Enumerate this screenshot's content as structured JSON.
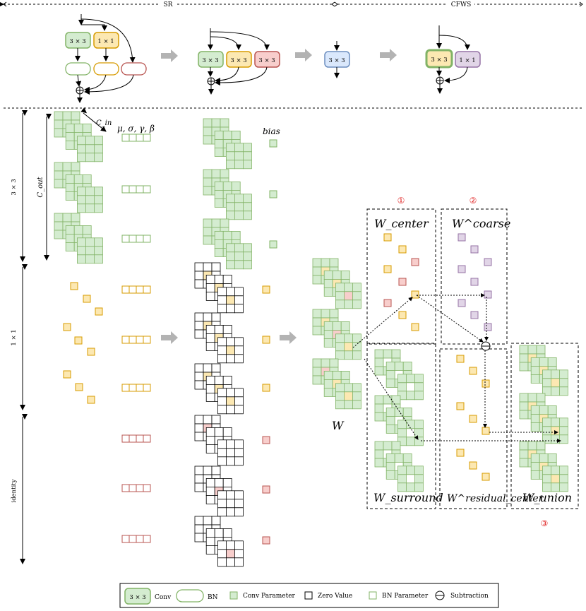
{
  "header": {
    "sr_label": "SR",
    "cfws_label": "CFWS"
  },
  "sr_block": {
    "conv3_label": "3 × 3",
    "conv1_label": "1 × 1"
  },
  "side_labels": {
    "row3": "3 × 3",
    "row1": "1 × 1",
    "rowid": "identity",
    "cin": "C_in",
    "cout": "C_out"
  },
  "params": {
    "bn_params": "μ, σ, γ, β",
    "bias": "bias"
  },
  "weights": {
    "w": "W",
    "w_center": "W_center",
    "w_coarse": "W^coarse",
    "w_surround": "W_surround",
    "w_residual": "W^residual_center",
    "w_union": "W_union"
  },
  "steps": [
    "①",
    "②",
    "③"
  ],
  "legend": {
    "conv_box": "3 × 3",
    "conv": "Conv",
    "bn": "BN",
    "conv_param": "Conv Parameter",
    "zero_value": "Zero Value",
    "bn_param": "BN Parameter",
    "subtraction": "Subtraction"
  },
  "colors": {
    "green_fill": "#d4ecd0",
    "green_stroke": "#82b366",
    "yellow_fill": "#fce8b2",
    "yellow_stroke": "#d79b00",
    "red_fill": "#f8cecc",
    "red_stroke": "#b85450",
    "blue_fill": "#dae8fc",
    "blue_stroke": "#6c8ebf",
    "purple_fill": "#e1d5e7",
    "purple_stroke": "#9673a6",
    "arrow_gray": "#b3b3b3",
    "step_red": "#e02020"
  }
}
